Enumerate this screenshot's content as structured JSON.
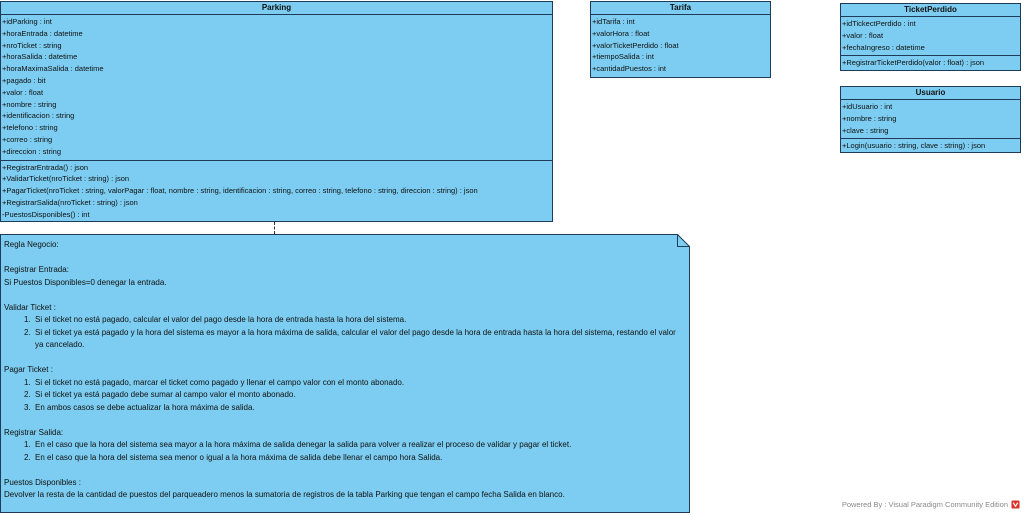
{
  "parking": {
    "title": "Parking",
    "attributes": [
      "+idParking : int",
      "+horaEntrada : datetime",
      "+nroTicket : string",
      "+horaSalida : datetime",
      "+horaMaximaSalida : datetime",
      "+pagado : bit",
      "+valor : float",
      "+nombre : string",
      "+identificacion : string",
      "+telefono : string",
      "+correo : string",
      "+direccion : string"
    ],
    "operations": [
      "+RegistrarEntrada() : json",
      "+ValidarTicket(nroTicket : string) : json",
      "+PagarTicket(nroTicket : string, valorPagar : float, nombre : string, identificacion : string, correo : string, telefono : string, direccion : string) : json",
      "+RegistrarSalida(nroTicket : string) : json",
      "-PuestosDisponibles() : int"
    ]
  },
  "tarifa": {
    "title": "Tarifa",
    "attributes": [
      "+idTarifa : int",
      "+valorHora : float",
      "+valorTicketPerdido : float",
      "+tiempoSalida : int",
      "+cantidadPuestos : int"
    ]
  },
  "ticket_perdido": {
    "title": "TicketPerdido",
    "attributes": [
      "+idTickectPerdido : int",
      "+valor : float",
      "+fechaIngreso : datetime"
    ],
    "operations": [
      "+RegistrarTicketPerdido(valor : float) : json"
    ]
  },
  "usuario": {
    "title": "Usuario",
    "attributes": [
      "+idUsuario : int",
      "+nombre : string",
      "+clave : string"
    ],
    "operations": [
      "+Login(usuario : string, clave : string) : json"
    ]
  },
  "note": {
    "title": "Regla Negocio:",
    "registrar_entrada": {
      "heading": "Registrar Entrada:",
      "text": "Si Puestos Disponibles=0 denegar la entrada."
    },
    "validar_ticket": {
      "heading": "Validar Ticket :",
      "items": [
        "Si el ticket no está pagado, calcular el valor del pago desde la hora de entrada hasta la hora del sistema.",
        "Si el ticket ya está pagado y la hora del sistema es mayor a la hora máxima de salida, calcular el valor del pago desde la hora de entrada hasta la hora del sistema, restando el valor ya cancelado."
      ]
    },
    "pagar_ticket": {
      "heading": "Pagar Ticket :",
      "items": [
        "Si el ticket no está pagado, marcar el ticket como pagado y llenar el campo valor con el monto abonado.",
        "Si el ticket ya está pagado debe sumar al campo valor el monto abonado.",
        "En ambos casos se debe actualizar la hora máxima de salida."
      ]
    },
    "registrar_salida": {
      "heading": "Registrar Salida:",
      "items": [
        "En el caso que la hora del sistema sea mayor a la hora máxima de salida denegar la salida para volver a realizar el proceso de validar y pagar el ticket.",
        "En el caso que la hora del sistema sea menor o igual a la hora máxima de salida debe llenar el campo hora Salida."
      ]
    },
    "puestos_disponibles": {
      "heading": "Puestos Disponibles :",
      "text": "Devolver la resta de la cantidad de puestos del parqueadero menos la sumatoria de registros de la tabla Parking que tengan el campo fecha Salida en blanco."
    }
  },
  "footer": {
    "text": "Powered By : Visual Paradigm Community Edition",
    "icon": "visual-paradigm-logo-icon"
  },
  "colors": {
    "class_fill": "#7ccdf1",
    "border": "#1f3b57",
    "footer_icon": "#d9342b"
  }
}
